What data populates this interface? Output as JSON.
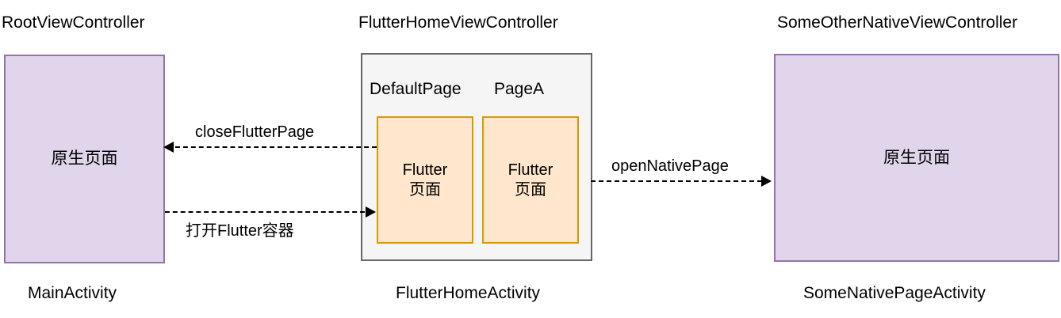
{
  "diagram": {
    "type": "flutter-native-hybrid-navigation",
    "background": "#ffffff",
    "colors": {
      "native_fill": "#e1d5ec",
      "native_stroke": "#9673a6",
      "host_fill": "#f5f5f5",
      "host_stroke": "#666666",
      "flutter_fill": "#ffe6cc",
      "flutter_stroke": "#d79b00",
      "line": "#000000",
      "text": "#000000"
    }
  },
  "nodes": {
    "root": {
      "top_caption": "RootViewController",
      "body_text": "原生页面",
      "bottom_caption": "MainActivity"
    },
    "flutter_host": {
      "top_caption": "FlutterHomeViewController",
      "bottom_caption": "FlutterHomeActivity",
      "pages": [
        {
          "label": "DefaultPage",
          "body_line1": "Flutter",
          "body_line2": "页面"
        },
        {
          "label": "PageA",
          "body_line1": "Flutter",
          "body_line2": "页面"
        }
      ]
    },
    "other_native": {
      "top_caption": "SomeOtherNativeViewController",
      "body_text": "原生页面",
      "bottom_caption": "SomeNativePageActivity"
    }
  },
  "connections": [
    {
      "id": "close-flutter-page",
      "label": "closeFlutterPage",
      "from": "flutter_host",
      "to": "root",
      "direction": "left",
      "style": "dashed"
    },
    {
      "id": "open-flutter-container",
      "label": "打开Flutter容器",
      "from": "root",
      "to": "flutter_host",
      "direction": "right",
      "style": "dashed"
    },
    {
      "id": "open-native-page",
      "label": "openNativePage",
      "from": "flutter_host",
      "to": "other_native",
      "direction": "right",
      "style": "dashed"
    }
  ]
}
